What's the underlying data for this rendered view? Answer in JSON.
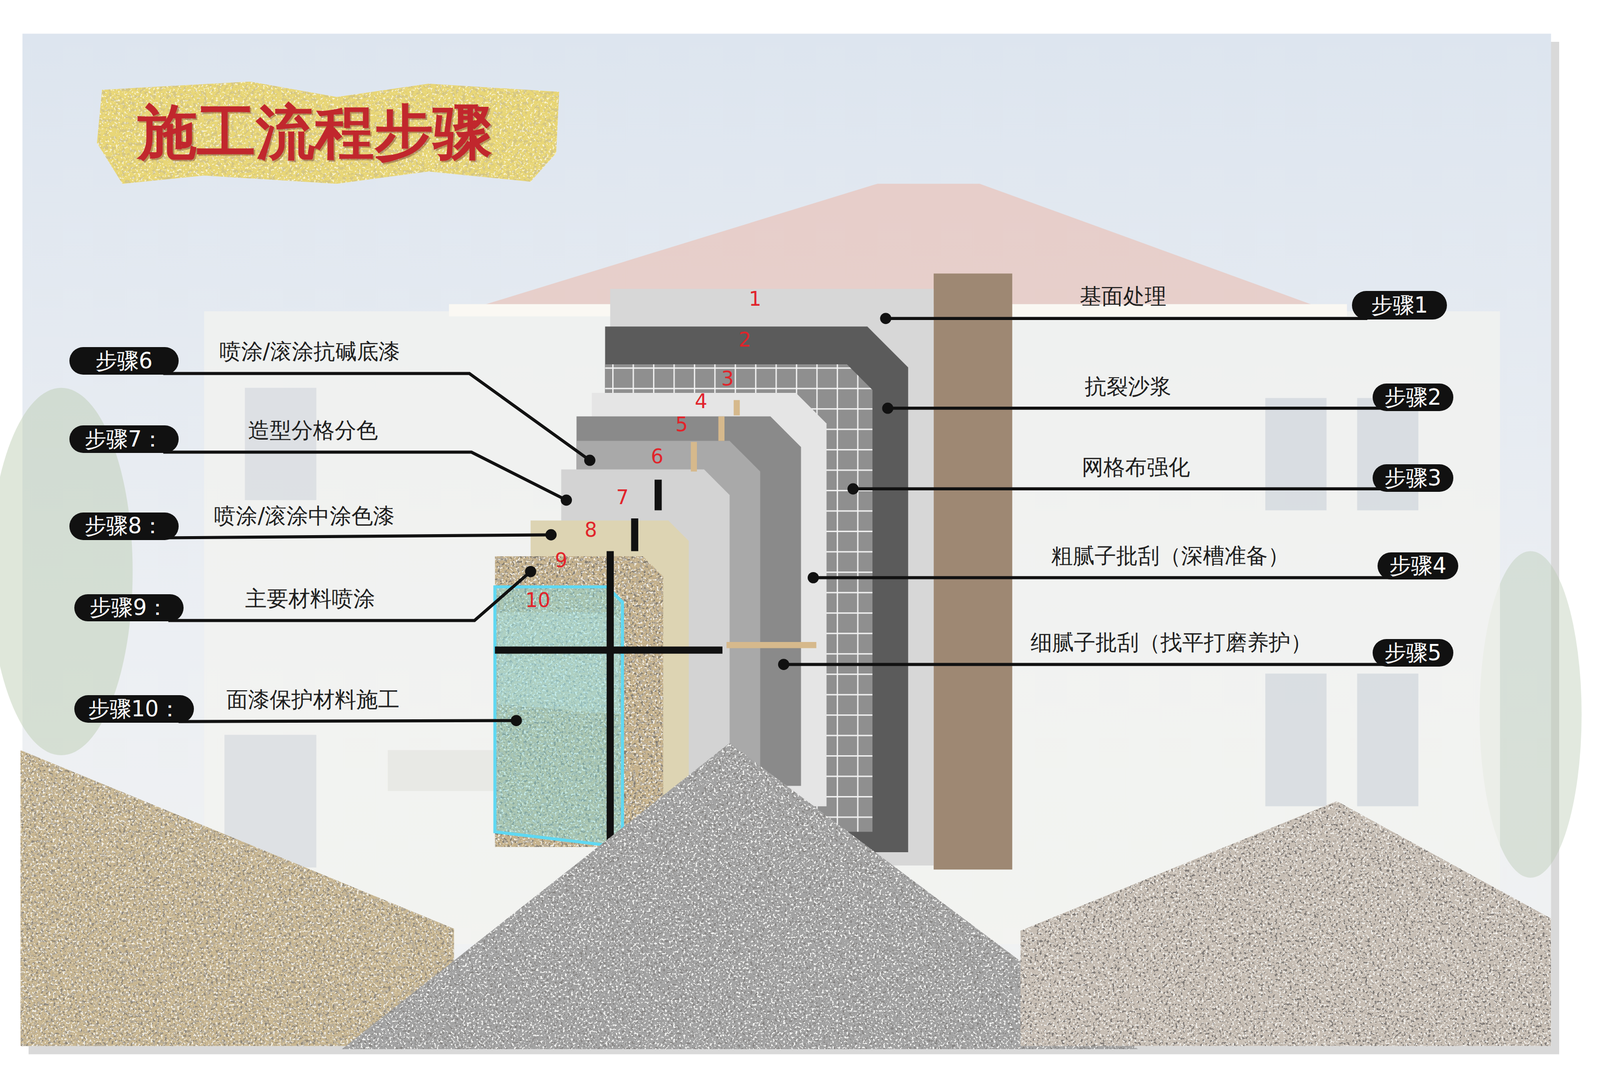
{
  "diagram": {
    "title": "施工流程步骤",
    "nodes": [
      {
        "text": [
          "步骤1",
          "基面处理"
        ]
      },
      {
        "text": [
          "步骤2",
          "抗裂沙浆"
        ]
      },
      {
        "text": [
          "步骤3",
          "网格布强化"
        ]
      },
      {
        "text": [
          "步骤4",
          "粗腻子批刮（深槽准备）"
        ]
      },
      {
        "text": [
          "步骤5",
          "细腻子批刮（找平打磨养护）"
        ]
      },
      {
        "text": [
          "步骤6",
          "喷涂/滚涂抗碱底漆"
        ]
      },
      {
        "text": [
          "步骤7：",
          "造型分格分色"
        ]
      },
      {
        "text": [
          "步骤8：",
          "喷涂/滚涂中涂色漆"
        ]
      },
      {
        "text": [
          "步骤9：",
          "主要材料喷涂"
        ]
      },
      {
        "text": [
          "步骤10：",
          "面漆保护材料施工"
        ]
      }
    ],
    "labels": [
      "1",
      "2",
      "3",
      "4",
      "5",
      "6",
      "7",
      "8",
      "9",
      "10"
    ]
  }
}
